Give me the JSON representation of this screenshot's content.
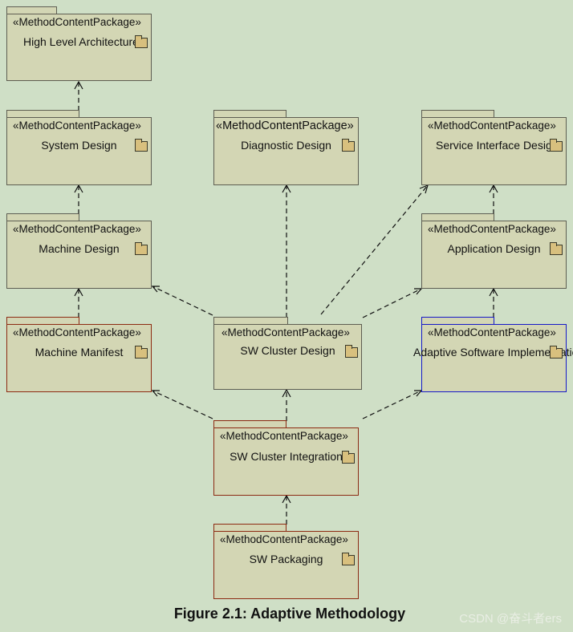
{
  "stereotype": "«MethodContentPackage»",
  "packages": {
    "high_level_architecture": "High Level Architecture",
    "system_design": "System Design",
    "diagnostic_design": "Diagnostic Design",
    "service_interface_design": "Service Interface Design",
    "machine_design": "Machine Design",
    "application_design": "Application Design",
    "machine_manifest": "Machine Manifest",
    "sw_cluster_design": "SW Cluster Design",
    "adaptive_software_implementation": "Adaptive Software Implementation",
    "sw_cluster_integration": "SW Cluster Integration",
    "sw_packaging": "SW Packaging"
  },
  "colors": {
    "background": "#cfdfc6",
    "package_fill": "#d3d6b4",
    "border_default": "#5e5e52",
    "border_red": "#8c2a12",
    "border_blue": "#1518c8",
    "folder_icon": "#d8c07e"
  },
  "caption": "Figure 2.1: Adaptive Methodology",
  "watermark": "CSDN @奋斗者ers"
}
